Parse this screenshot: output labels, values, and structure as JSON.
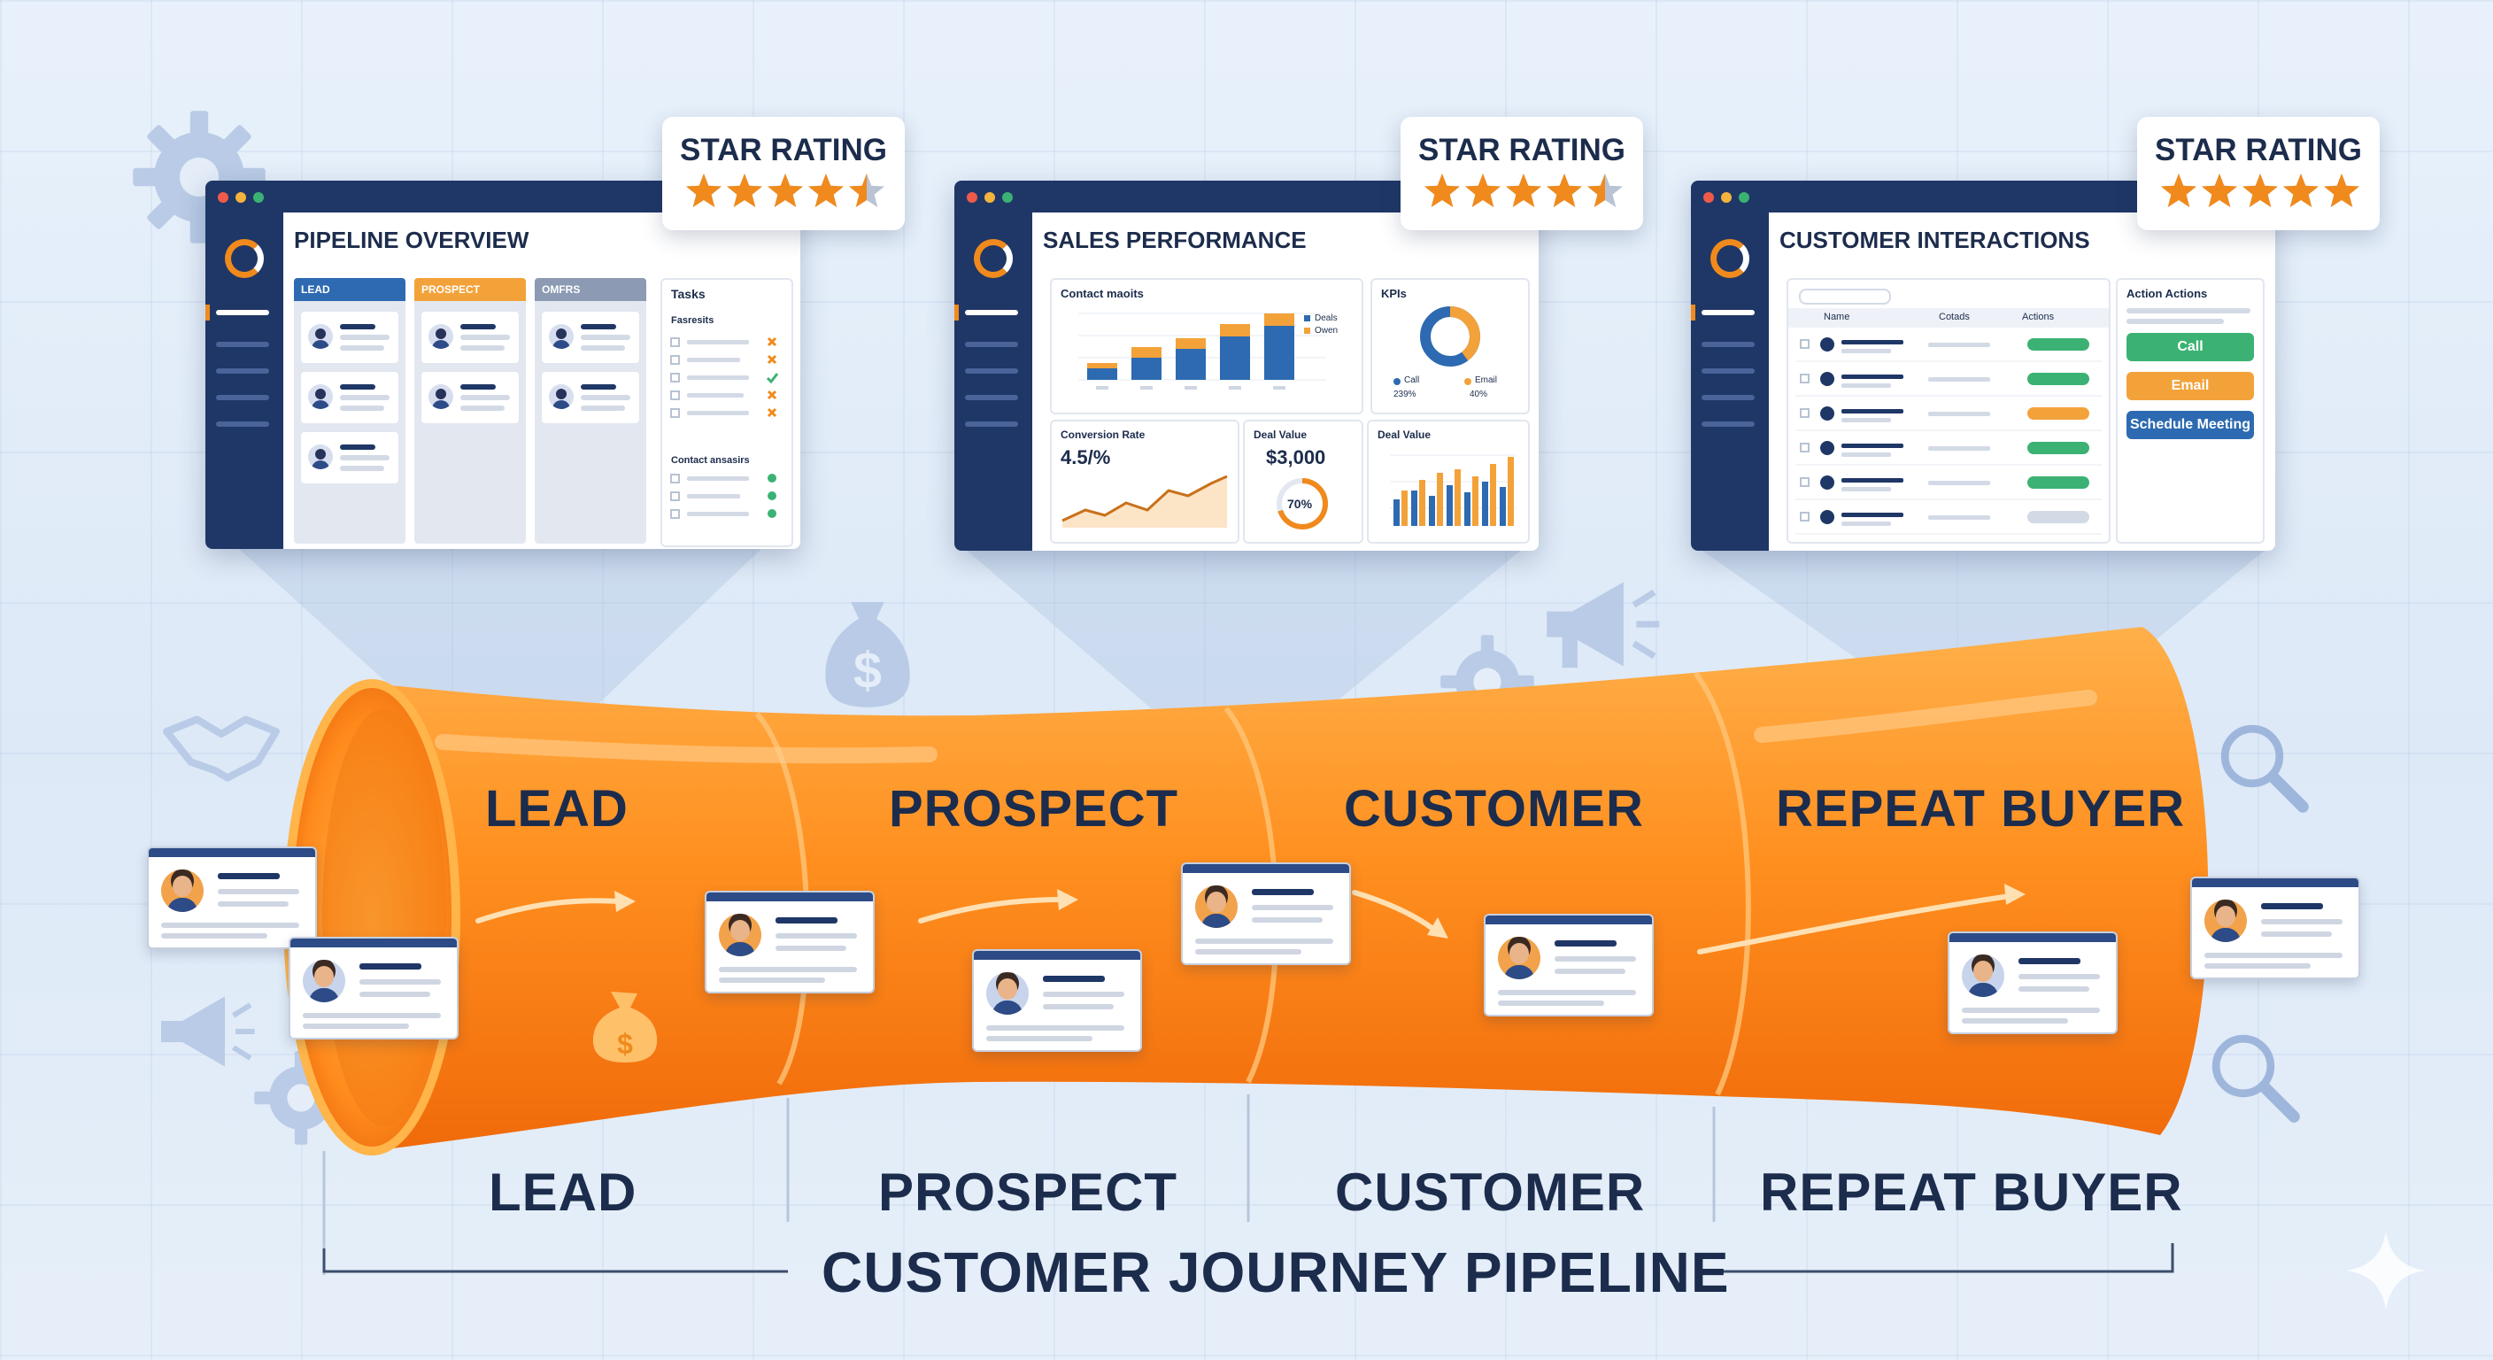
{
  "colors": {
    "navy": "#1f3766",
    "orange": "#f08a1c",
    "text": "#1c2c4c",
    "green": "#3bb273",
    "blue": "#2d6ab1"
  },
  "panels": [
    {
      "title": "PIPELINE OVERVIEW",
      "rating_label": "STAR RATING",
      "rating": 4.5,
      "columns": [
        "LEAD",
        "PROSPECT",
        "OMFRS"
      ],
      "tasks_title": "Tasks",
      "tasks_sub": "Fasresits",
      "contact_title": "Contact ansasirs"
    },
    {
      "title": "SALES PERFORMANCE",
      "rating_label": "STAR RATING",
      "rating": 4.5,
      "contact_title": "Contact maoits",
      "legend": [
        "Deals",
        "Owen"
      ],
      "kpis_title": "KPIs",
      "kpi_legend": [
        "Call",
        "Email"
      ],
      "kpi_values": [
        "239%",
        "40%"
      ],
      "conversion_title": "Conversion Rate",
      "conversion_value": "4.5/%",
      "deal_value_title": "Deal Value",
      "deal_value": "$3,000",
      "deal_pct": "70%",
      "deal_value_title2": "Deal Value"
    },
    {
      "title": "CUSTOMER INTERACTIONS",
      "rating_label": "STAR RATING",
      "rating": 5,
      "headers": [
        "Name",
        "Cotads",
        "Actions"
      ],
      "actions_title": "Action Actions",
      "buttons": [
        "Call",
        "Email",
        "Schedule Meeting"
      ]
    }
  ],
  "funnel": {
    "stages": [
      "LEAD",
      "PROSPECT",
      "CUSTOMER",
      "REPEAT BUYER"
    ]
  },
  "bottom": {
    "stages": [
      "LEAD",
      "PROSPECT",
      "CUSTOMER",
      "REPEAT BUYER"
    ],
    "caption": "CUSTOMER JOURNEY PIPELINE"
  }
}
